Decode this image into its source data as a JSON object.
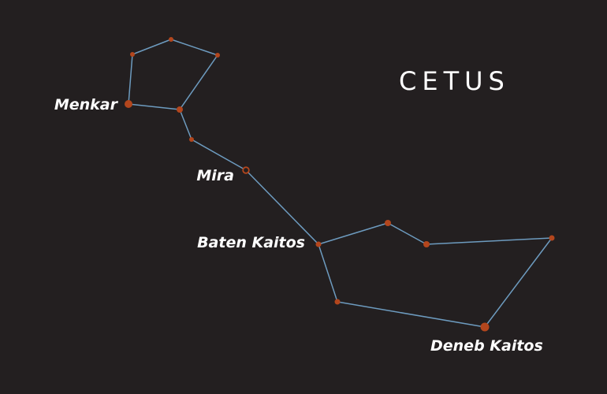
{
  "title": "CETUS",
  "colors": {
    "background": "#231f20",
    "lines": "#6d9bbf",
    "stars": "#b3461d",
    "text": "#ffffff"
  },
  "labels": {
    "menkar": "Menkar",
    "mira": "Mira",
    "baten_kaitos": "Baten Kaitos",
    "deneb_kaitos": "Deneb Kaitos"
  }
}
